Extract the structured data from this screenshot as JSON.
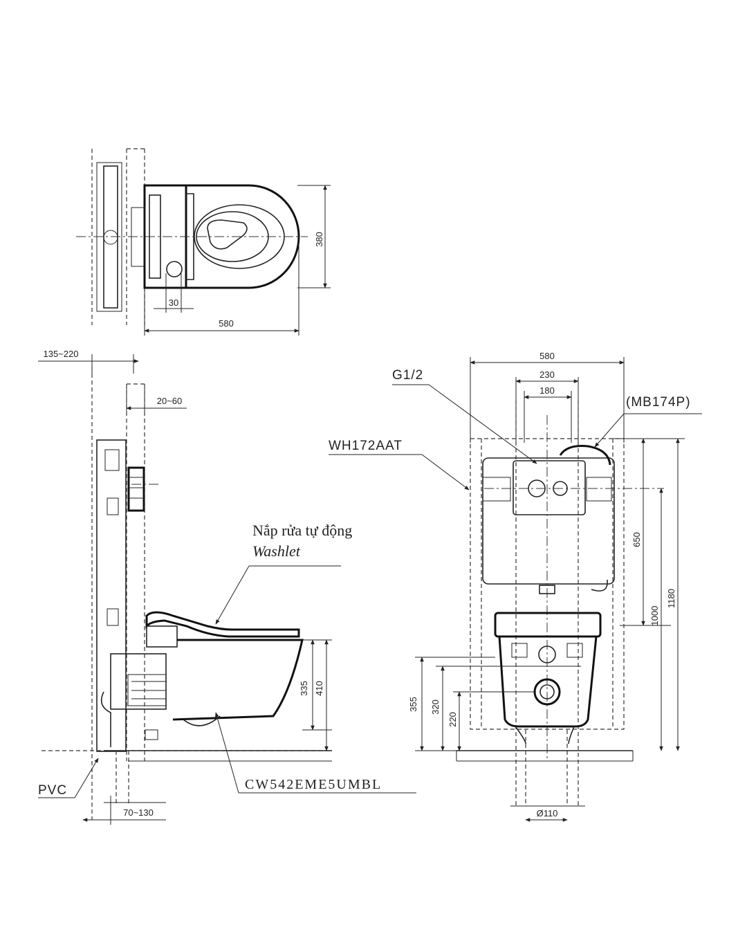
{
  "top_view": {
    "dim_width": "580",
    "dim_depth": "380",
    "dim_offset": "30"
  },
  "side_view": {
    "dim_wall_gap": "135~220",
    "dim_frame_depth": "20~60",
    "dim_floor_gap": "70~130",
    "dim_bowl_height": "335",
    "dim_rim_height": "410",
    "label_washlet_vi": "Nắp rửa tự động",
    "label_washlet_en": "Washlet",
    "label_bowl_model": "CW542EME5UMBL",
    "label_pipe": "PVC"
  },
  "front_view": {
    "dim_width": "580",
    "dim_230": "230",
    "dim_180": "180",
    "dim_650": "650",
    "dim_1000": "1000",
    "dim_1180": "1180",
    "dim_355": "355",
    "dim_320": "320",
    "dim_220": "220",
    "dim_pipe": "Ø110",
    "label_water_inlet": "G1/2",
    "label_plate": "(MB174P)",
    "label_frame_model": "WH172AAT"
  },
  "colors": {
    "line": "#222222",
    "background": "#ffffff"
  }
}
